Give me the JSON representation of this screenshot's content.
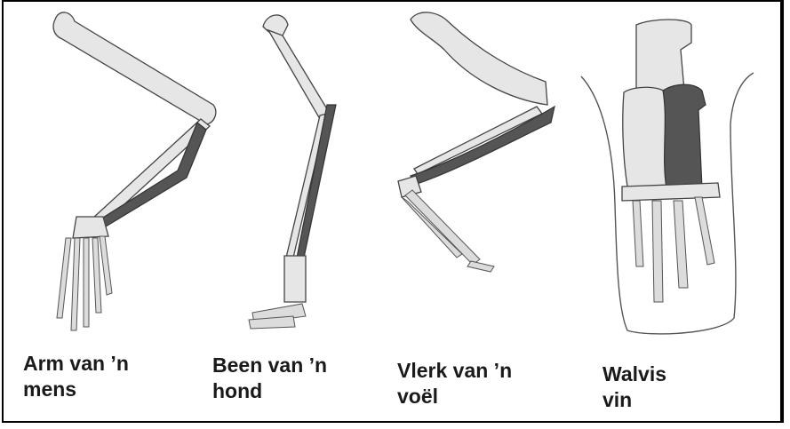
{
  "labels": {
    "human": {
      "line1": "Arm van ’n",
      "line2": "mens"
    },
    "dog": {
      "line1": "Been van ’n",
      "line2": "hond"
    },
    "bird": {
      "line1": "Vlerk van ’n",
      "line2": "voël"
    },
    "whale": {
      "line1": "Walvis",
      "line2": "vin"
    }
  },
  "colors": {
    "light_bone": "#e6e6e6",
    "dark_bone": "#555555",
    "outline": "#444444",
    "frame": "#000000"
  }
}
